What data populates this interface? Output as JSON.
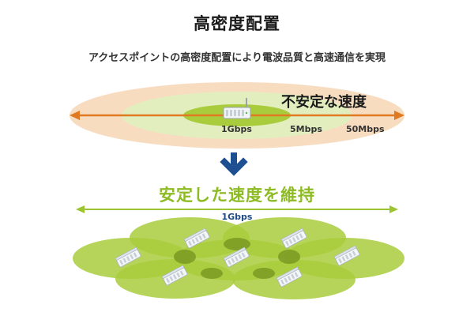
{
  "title": "高密度配置",
  "subtitle": "アクセスポイントの高密度配置により電波品質と高速通信を実現",
  "top": {
    "label": "不安定な速度",
    "speeds": [
      "1Gbps",
      "5Mbps",
      "50Mbps"
    ]
  },
  "bottom": {
    "label": "安定した速度を維持",
    "speed": "1Gbps"
  },
  "colors": {
    "outer_zone": "#f7dcc0",
    "middle_zone": "#e3eebf",
    "inner_zone": "#a9cc3c",
    "orange_arrow": "#e07a22",
    "down_arrow": "#1d4f91",
    "green_line": "#9dc431",
    "cell_fill": "#a9cc3c",
    "cell_overlap": "#6f8f1d"
  }
}
